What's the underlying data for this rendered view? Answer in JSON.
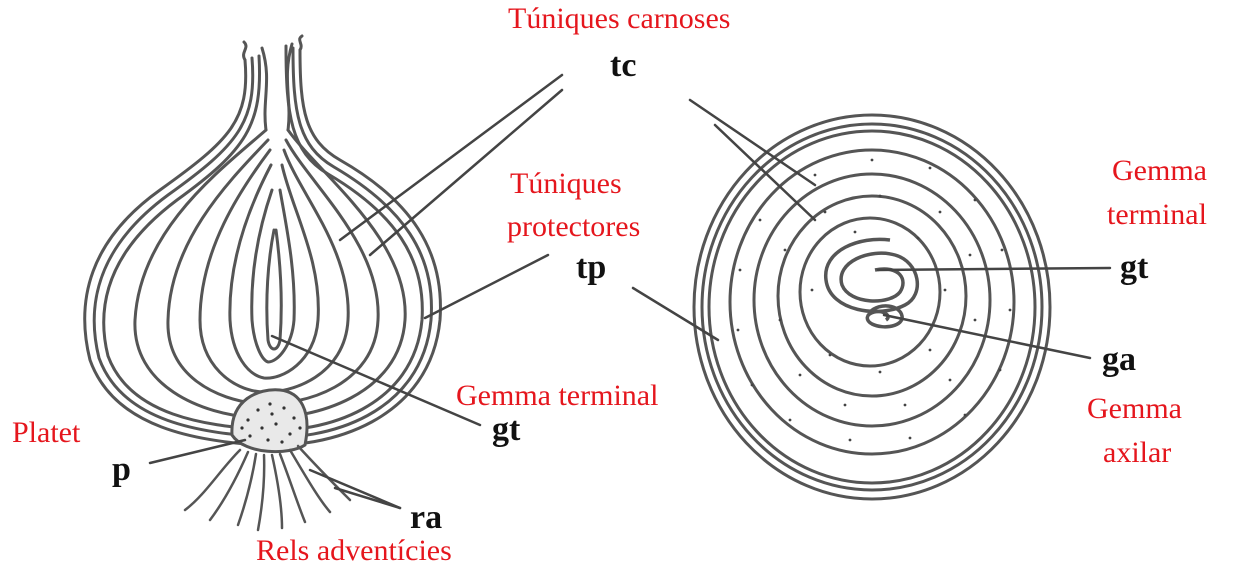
{
  "colors": {
    "label_red": "#e5161d",
    "abbr_black": "#111111",
    "stroke": "#555555",
    "pointer": "#444444",
    "platet_fill": "#e9e9e9"
  },
  "labels": {
    "tuniques_carnoses": "Túniques carnoses",
    "tc": "tc",
    "tuniques_protectores_1": "Túniques",
    "tuniques_protectores_2": "protectores",
    "tp": "tp",
    "gemma_terminal_right_1": "Gemma",
    "gemma_terminal_right_2": "terminal",
    "gt_right": "gt",
    "ga": "ga",
    "gemma_axilar_1": "Gemma",
    "gemma_axilar_2": "axilar",
    "gemma_terminal_left": "Gemma terminal",
    "gt_left": "gt",
    "platet": "Platet",
    "p": "p",
    "ra": "ra",
    "rels_adventicies": "Rels adventícies"
  },
  "icons": {
    "longitudinal_section": "onion-longitudinal-section-icon",
    "transverse_section": "onion-cross-section-icon"
  }
}
